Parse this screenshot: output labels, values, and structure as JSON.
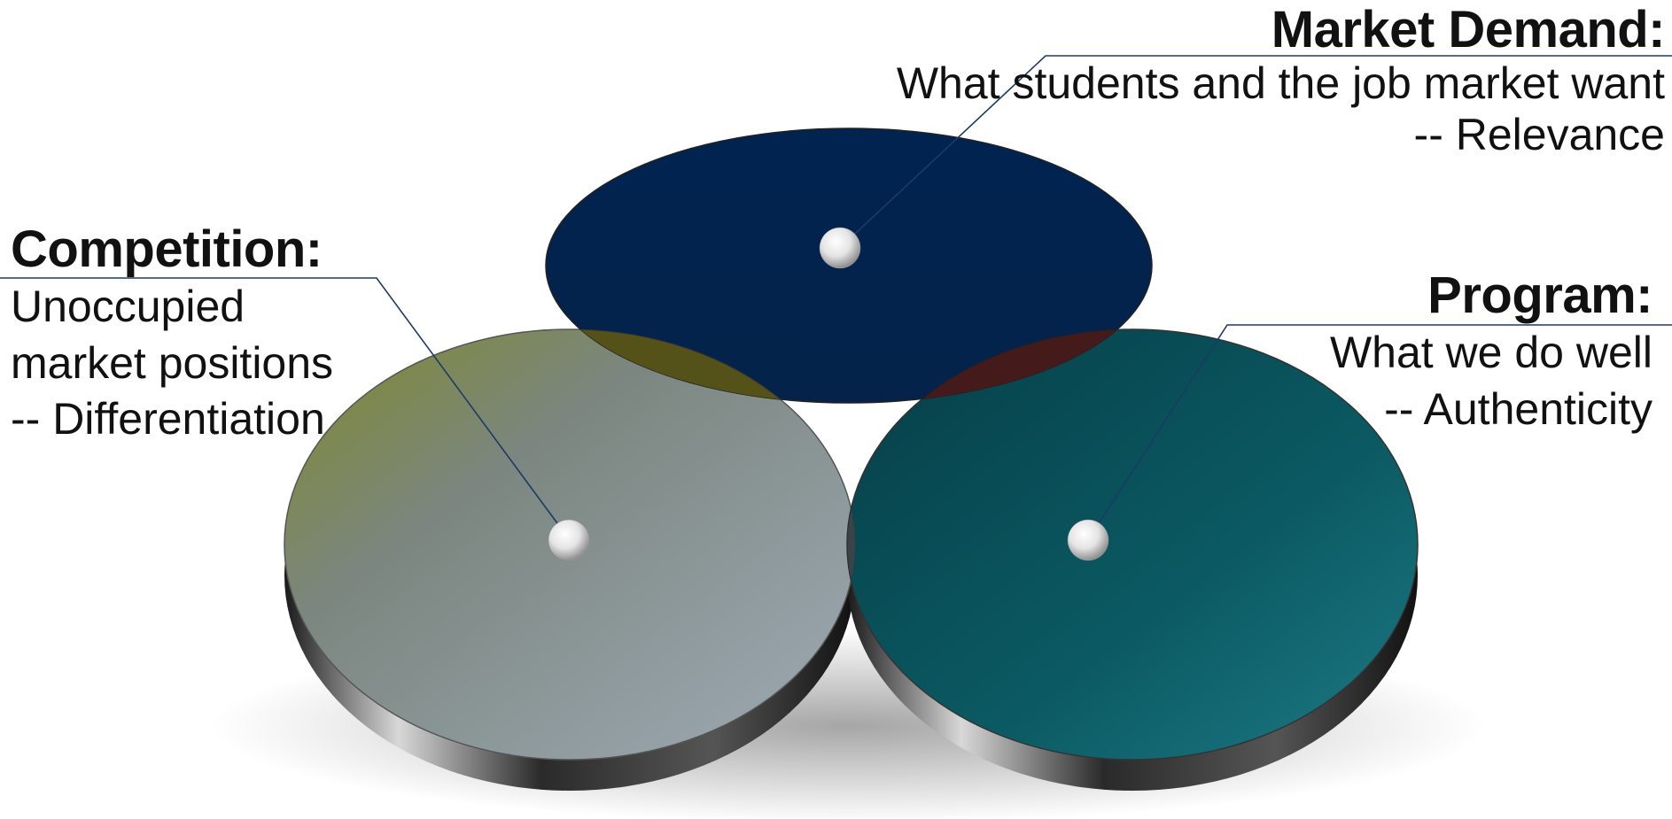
{
  "market_demand": {
    "title": "Market Demand:",
    "line1": "What students and the job market want",
    "line2": "-- Relevance",
    "color": "#00234a"
  },
  "competition": {
    "title": "Competition:",
    "line1": "Unoccupied",
    "line2": "market positions",
    "line3": "-- Differentiation",
    "color": "#8a9aa4"
  },
  "program": {
    "title": "Program:",
    "line1": "What we do well",
    "line2": "-- Authenticity",
    "color": "#0b5a63"
  },
  "overlaps": {
    "demand_competition_color": "#545218",
    "demand_program_color": "#441a1a",
    "competition_program_color": "#3d4148",
    "center_color": "#c8c8c8"
  },
  "leader_line_color": "#1c3a66"
}
